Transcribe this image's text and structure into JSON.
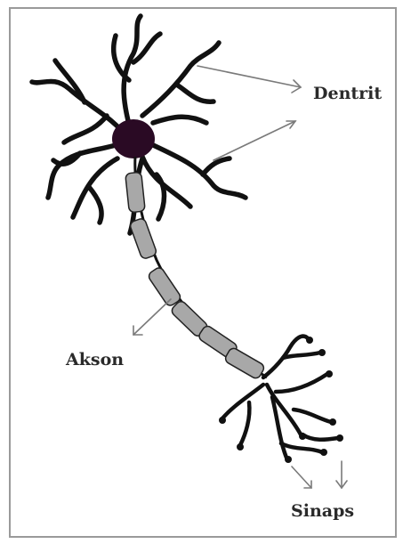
{
  "labels": {
    "dendrite": "Dentrit",
    "axon": "Akson",
    "synapse": "Sinaps"
  },
  "colors": {
    "cell_body": "#2a0a24",
    "dendrite_stroke": "#111111",
    "myelin_fill": "#a8a8a8",
    "frame_border": "#9a9a9a",
    "arrow": "#7a7a7a"
  }
}
